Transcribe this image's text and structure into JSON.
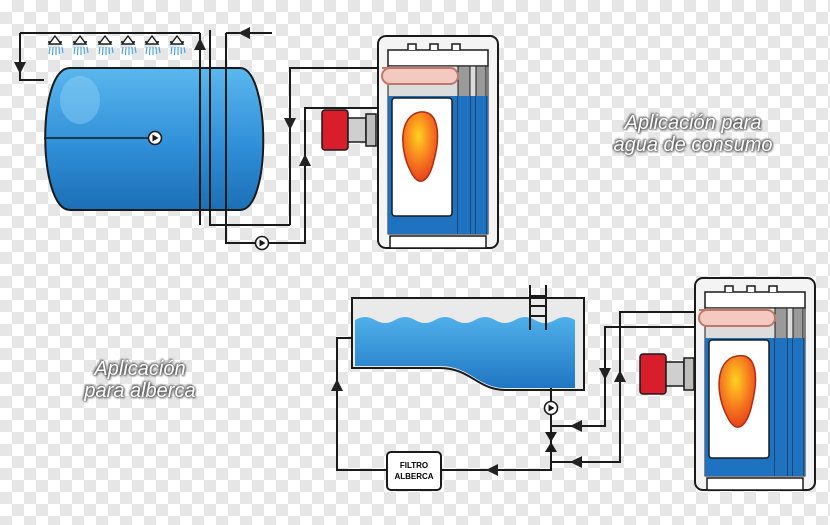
{
  "captions": {
    "domestic_water_line1": "Aplicación para",
    "domestic_water_line2": "agua de consumo",
    "pool_line1": "Aplicación",
    "pool_line2": "para alberca"
  },
  "filter": {
    "line1": "FILTRO",
    "line2": "ALBERCA"
  },
  "colors": {
    "water_blue": "#2f8fd8",
    "water_light": "#5bb7ee",
    "pipe": "#222222",
    "flame_outer": "#e23a18",
    "flame_inner": "#ffd21f",
    "burner_red": "#d81e2a",
    "heater_body": "#f2f2f2"
  },
  "icons": [
    "shower-icon",
    "pump-icon",
    "check-valve-icon",
    "ladder-icon"
  ]
}
